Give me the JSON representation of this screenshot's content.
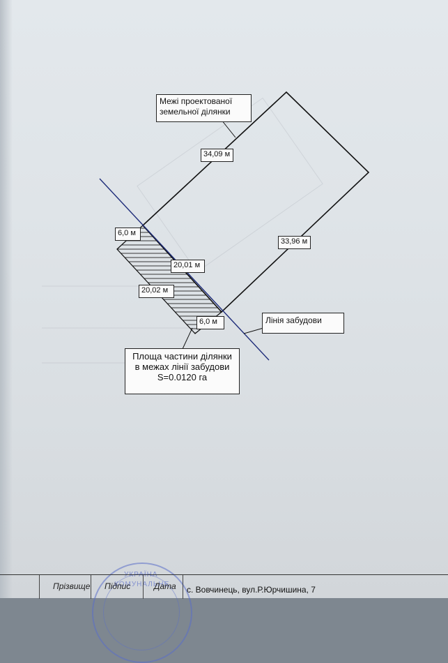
{
  "plan": {
    "boundary_callout": [
      "Межі проектованої",
      "земельної ділянки"
    ],
    "dimensions": {
      "top_side": "34,09 м",
      "right_side": "33,96 м",
      "strip_top": "6,0 м",
      "strip_mid_upper": "20,01 м",
      "strip_mid_lower": "20,02 м",
      "strip_bottom": "6,0 м"
    },
    "building_line_label": "Лінія забудови",
    "area_note": [
      "Площа частини ділянки",
      "в межах лінії забудови",
      "S=0.0120 га"
    ]
  },
  "footer": {
    "col_surname": "Прізвище",
    "col_signature": "Підпис",
    "col_date": "Дата",
    "address": "с. Вовчинець, вул.Р.Юрчишина,  7"
  },
  "stamp": {
    "line1": "УКРАЇНА",
    "line2": "КОМУНАЛЬНЕ"
  },
  "colors": {
    "paper": "#e0e5e9",
    "ink": "#111111",
    "building_line": "#1f2d7a",
    "stamp": "#5a6ec8"
  }
}
